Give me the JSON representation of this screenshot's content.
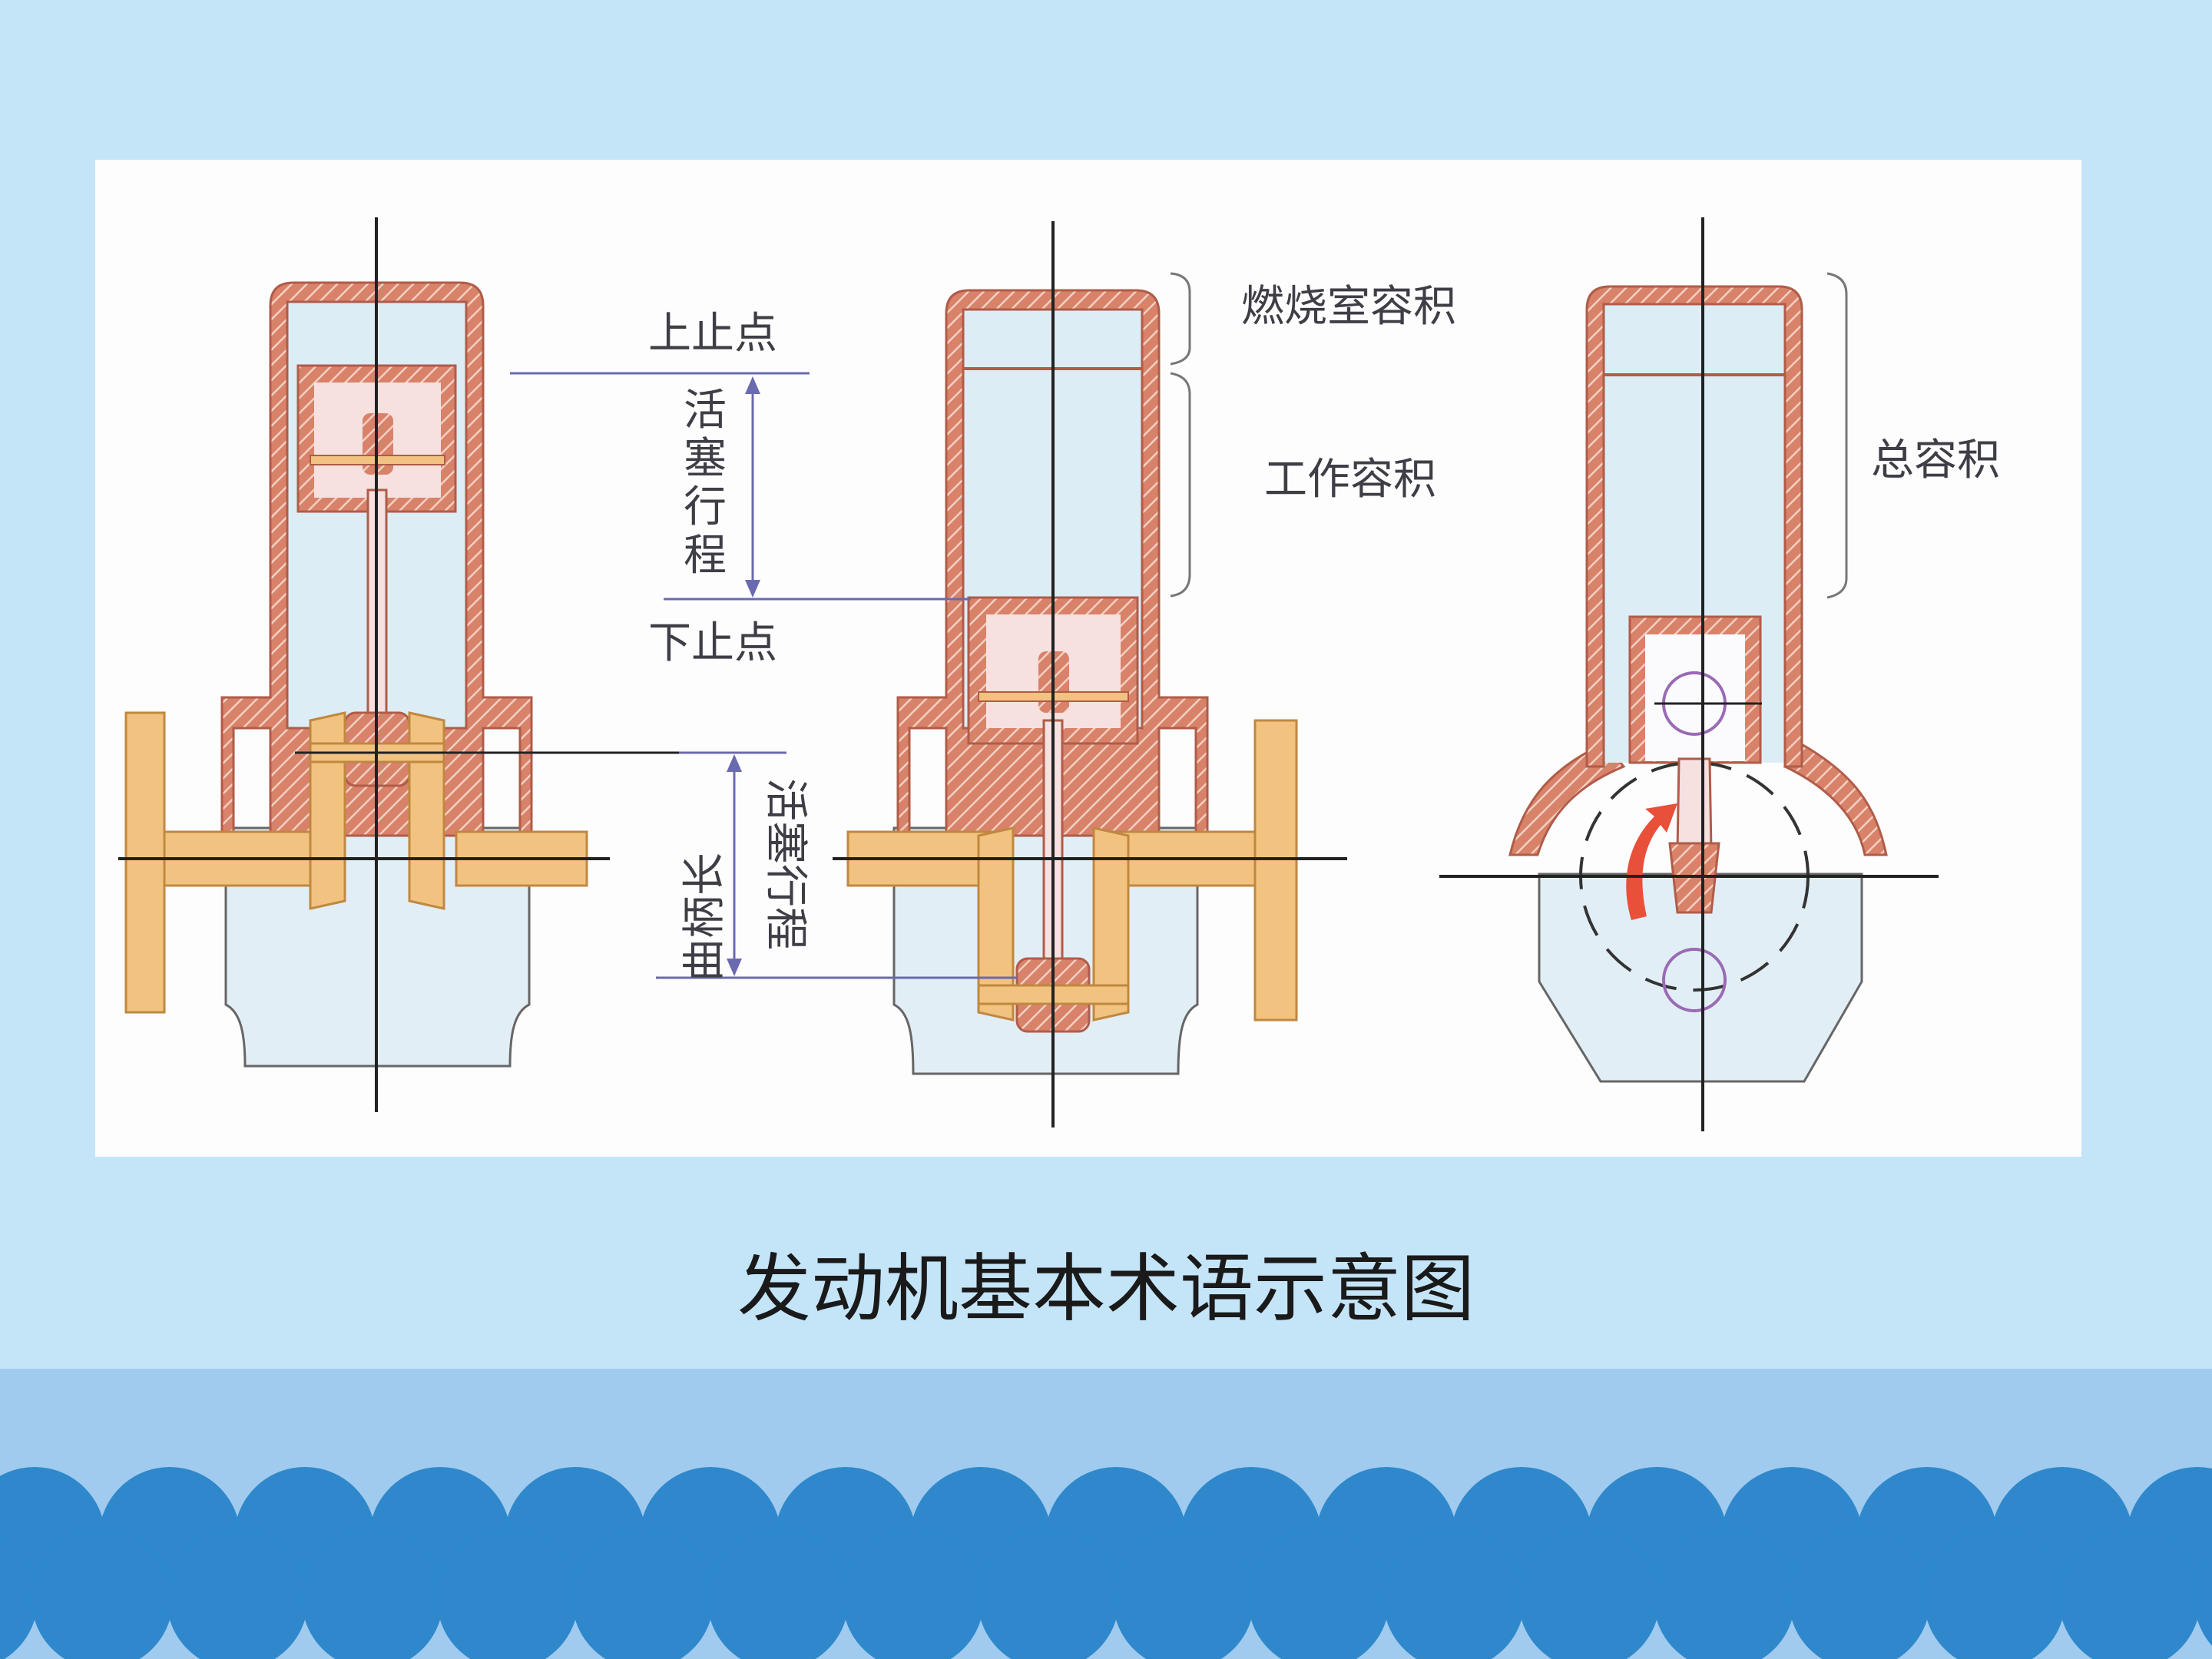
{
  "diagram": {
    "labels": {
      "tdc": "上止点",
      "stroke_v": [
        "活",
        "塞",
        "行",
        "程"
      ],
      "bdc": "下止点",
      "crank_radius": "曲柄长",
      "stroke_lower": "活塞行程",
      "combustion_volume": "燃烧室容积",
      "working_volume": "工作容积",
      "total_volume": "总容积"
    }
  },
  "caption": "发动机基本术语示意图",
  "colors": {
    "background": "#c4e4f8",
    "panel": "#fdfdfe",
    "wall": "#d8826a",
    "crank_metal": "#f2c380",
    "piston_fill": "#f6e0e0",
    "cylinder_fill": "#dcedf6",
    "band": "#a0cbee",
    "scallop": "#2f88cc",
    "arrow": "#e8503a",
    "purple": "#9a6ab4"
  }
}
